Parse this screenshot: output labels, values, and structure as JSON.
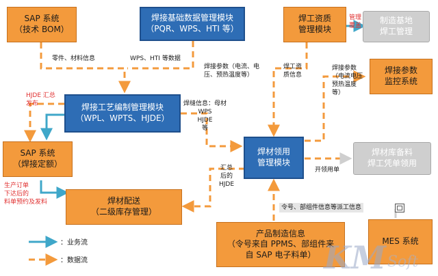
{
  "boxes": {
    "sap_bom": "SAP 系统\n（技术 BOM）",
    "weld_base": "焊接基础数据管理模块\n（PQR、WPS、HTI 等）",
    "welder_qual": "焊工资质\n管理模块",
    "base_welder_mgmt": "制造基地\n焊工管理",
    "weld_param_monitor": "焊接参数\n监控系统",
    "weld_process": "焊接工艺编制管理模块\n（WPL、WPTS、HJDE）",
    "sap_quota": "SAP 系统\n（焊接定额）",
    "material_issue": "焊材领用\n管理模块",
    "warehouse": "焊材库备料\n焊工凭单领用",
    "material_dist": "焊材配送\n（二级库存管理）",
    "product_mfg": "产品制造信息\n（令号来自 PPMS、部组件来\n自 SAP 电子料单）",
    "mes": "MES 系统"
  },
  "labels": {
    "parts_info": "零件、材料信息",
    "wps_hti": "WPS、HTI 等数据",
    "weld_params_1": "焊接参数（电流、电\n压、预热温度等）",
    "welder_qual_info": "焊工资\n质信息",
    "mgmt_cover": "管理\n覆盖",
    "weld_params_2": "焊接参数\n（电流电压\n预热温度\n等）",
    "hjde_publish": "HJDE 汇总\n发布",
    "seam_info": "焊缝信息：母材\nWPS\nHJDE\n等",
    "summary_hjde": "汇总\n后的\nHJDE",
    "open_issue": "开领用单",
    "order_after": "生产订单\n下达后的\n料单预约及发料",
    "order_dispatch": "令号、部组件信息等派工信息"
  },
  "legend": {
    "business_flow": "：业务流",
    "data_flow": "：数据流"
  },
  "watermark": {
    "km": "KM",
    "soft": "Soft"
  },
  "colors": {
    "orange": "#f39a3c",
    "blue": "#2e6db5",
    "gray": "#cfcfcf",
    "teal": "#3fa7c9",
    "red": "#e03030"
  }
}
